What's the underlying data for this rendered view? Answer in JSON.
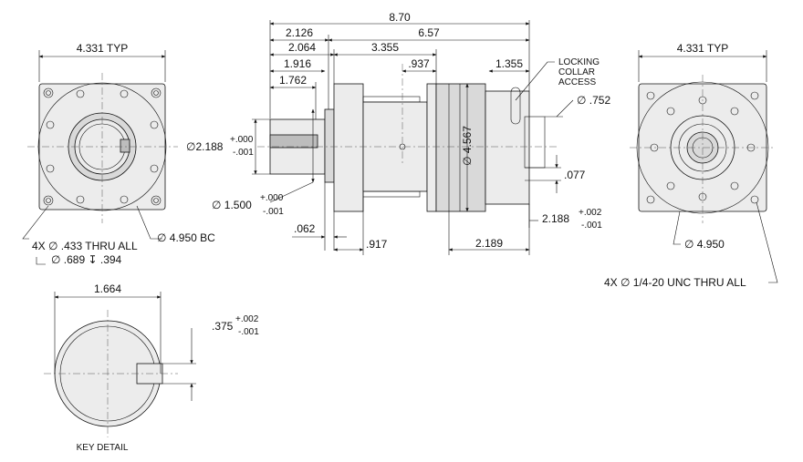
{
  "dims": {
    "left_typ": "4.331 TYP",
    "right_typ": "4.331 TYP",
    "overall": "8.70",
    "d2126": "2.126",
    "d657": "6.57",
    "d2064": "2.064",
    "d3355": "3.355",
    "d1916": "1.916",
    "d937": ".937",
    "d1355": "1.355",
    "d1762": "1.762",
    "shaft_dia": "∅2.188",
    "shaft_tol_up": "+.000",
    "shaft_tol_dn": "-.001",
    "housing_dia": "∅ 4.567",
    "pilot_dia": "∅ 1.500",
    "pilot_tol_up": "+.000",
    "pilot_tol_dn": "-.001",
    "d062": ".062",
    "d917": ".917",
    "d2189": "2.189",
    "in_dia": "2.188",
    "in_tol_up": "+.002",
    "in_tol_dn": "-.001",
    "bore_dia": "∅ .752",
    "d077": ".077",
    "key_width": "1.664",
    "key_dim": ".375",
    "key_tol_up": "+.002",
    "key_tol_dn": "-.001"
  },
  "notes": {
    "locking_1": "LOCKING",
    "locking_2": "COLLAR",
    "locking_3": "ACCESS",
    "holes_left": "4X ∅ .433 THRU ALL",
    "cbore": "∅ .689 ↧ .394",
    "bc_left": "∅ 4.950 BC",
    "bc_right": "∅ 4.950",
    "holes_right": "4X ∅  1/4-20 UNC  THRU ALL",
    "key_detail": "KEY DETAIL"
  }
}
